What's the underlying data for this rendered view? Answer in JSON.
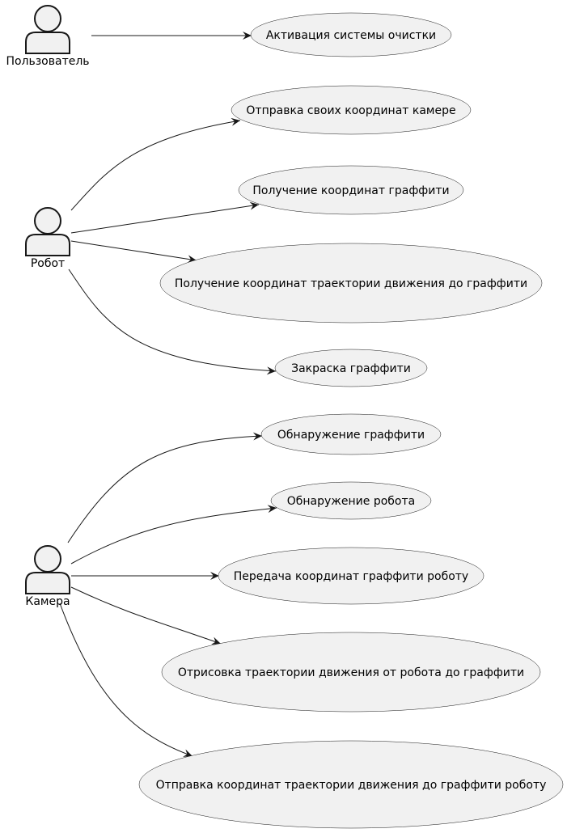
{
  "actors": [
    {
      "id": "user",
      "label": "Пользователь"
    },
    {
      "id": "robot",
      "label": "Робот"
    },
    {
      "id": "camera",
      "label": "Камера"
    }
  ],
  "use_cases": [
    {
      "id": "uc1",
      "label": "Активация системы очистки"
    },
    {
      "id": "uc2",
      "label": "Отправка своих координат камере"
    },
    {
      "id": "uc3",
      "label": "Получение координат граффити"
    },
    {
      "id": "uc4",
      "label": "Получение координат траектории движения до граффити"
    },
    {
      "id": "uc5",
      "label": "Закраска граффити"
    },
    {
      "id": "uc6",
      "label": "Обнаружение граффити"
    },
    {
      "id": "uc7",
      "label": "Обнаружение робота"
    },
    {
      "id": "uc8",
      "label": "Передача координат граффити роботу"
    },
    {
      "id": "uc9",
      "label": "Отрисовка траектории движения от робота до граффити"
    },
    {
      "id": "uc10",
      "label": "Отправка координат траектории движения до граффити роботу"
    }
  ],
  "associations": [
    {
      "from": "user",
      "to": "uc1"
    },
    {
      "from": "robot",
      "to": "uc2"
    },
    {
      "from": "robot",
      "to": "uc3"
    },
    {
      "from": "robot",
      "to": "uc4"
    },
    {
      "from": "robot",
      "to": "uc5"
    },
    {
      "from": "camera",
      "to": "uc6"
    },
    {
      "from": "camera",
      "to": "uc7"
    },
    {
      "from": "camera",
      "to": "uc8"
    },
    {
      "from": "camera",
      "to": "uc9"
    },
    {
      "from": "camera",
      "to": "uc10"
    }
  ],
  "colors": {
    "fill": "#f1f1f1",
    "stroke": "#181818",
    "edge": "#181818",
    "background": "#ffffff"
  }
}
